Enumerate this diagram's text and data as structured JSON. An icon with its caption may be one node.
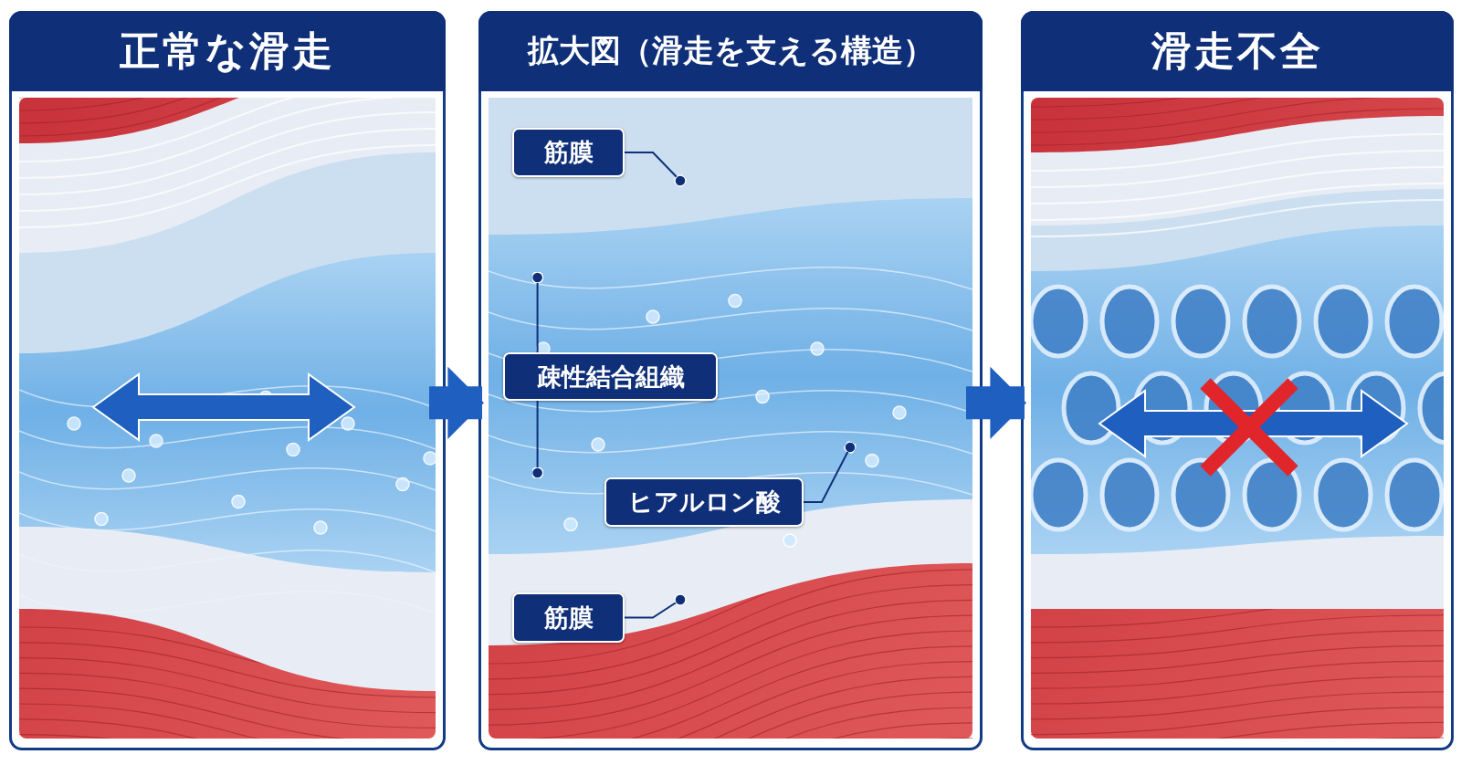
{
  "diagram": {
    "nodes": [
      {
        "text": [
          "正常な滑走"
        ]
      },
      {
        "text": [
          "拡大図（滑走を支える構造）"
        ]
      },
      {
        "text": [
          "滑走不全"
        ]
      },
      {
        "text": [
          "筋膜"
        ],
        "in": 1
      },
      {
        "text": [
          "疎性結合組織"
        ],
        "in": 1
      },
      {
        "text": [
          "ヒアルロン酸"
        ],
        "in": 1
      },
      {
        "text": [
          "筋膜"
        ],
        "in": 1
      }
    ],
    "edges": [
      {
        "from": 0,
        "to": 1,
        "arrow": "to",
        "style": "thick"
      },
      {
        "from": 1,
        "to": 2,
        "arrow": "to",
        "style": "thick"
      },
      {
        "from": 3,
        "to": null,
        "arrow": "other"
      },
      {
        "from": 4,
        "to": null,
        "arrow": "other"
      },
      {
        "from": 4,
        "to": null,
        "arrow": "other"
      },
      {
        "from": 5,
        "to": null,
        "arrow": "other"
      },
      {
        "from": 6,
        "to": null,
        "arrow": "other"
      }
    ]
  }
}
